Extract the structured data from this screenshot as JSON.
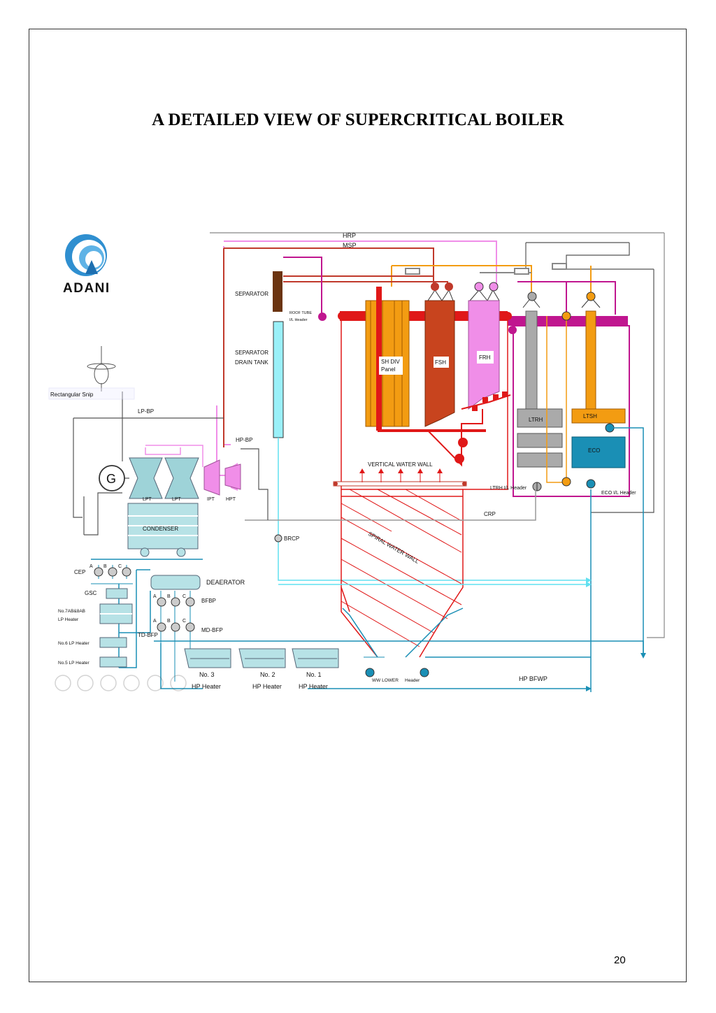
{
  "page": {
    "title": "A DETAILED VIEW OF SUPERCRITICAL BOILER",
    "page_number": "20"
  },
  "logo": {
    "text": "ADANI"
  },
  "labels": {
    "hrp": "HRP",
    "msp": "MSP",
    "separator": "SEPARATOR",
    "roof_tube_line1": "ROOF TUBE",
    "roof_tube_line2": "I/L Header",
    "sep_drain_line1": "SEPARATOR",
    "sep_drain_line2": "DRAIN TANK",
    "lp_bp": "LP-BP",
    "hp_bp": "HP-BP",
    "generator": "G",
    "lpt_a": "LPT",
    "lpt_b": "LPT",
    "ipt": "IPT",
    "hpt": "HPT",
    "condenser": "CONDENSER",
    "brcp": "BRCP",
    "sh_div_line1": "SH DIV",
    "sh_div_line2": "Panel",
    "fsh": "FSH",
    "frh": "FRH",
    "ltrh": "LTRH",
    "ltsh": "LTSH",
    "eco": "ECO",
    "vertical_water_wall": "VERTICAL WATER WALL",
    "spiral_water_wall": "SPIRAL WATER WALL",
    "ltrh_il_header": "LTRH I/L Header",
    "eco_il_header": "ECO I/L Header",
    "crp": "CRP",
    "cep": "CEP",
    "gsc": "GSC",
    "lp7_line1": "No.7AB&8AB",
    "lp7_line2": "LP Heater",
    "lp6": "No.6  LP Heater",
    "lp5": "No.5  LP Heater",
    "deaerator": "DEAERATOR",
    "bfbp": "BFBP",
    "td_bfp": "TD-BFP",
    "md_bfp": "MD-BFP",
    "pump_a": "A",
    "pump_b": "B",
    "pump_c": "C",
    "hp3_line1": "No. 3",
    "hp2_line1": "No. 2",
    "hp1_line1": "No. 1",
    "hp_heater": "HP Heater",
    "ww_lower": "WW LOWER",
    "ww_header": "Header",
    "hp_bfwp": "HP BFWP",
    "rect_snip": "Rectangular Snip"
  },
  "colors": {
    "main_steam": "#c0392b",
    "reheat": "#f08ee8",
    "red_wall": "#e01818",
    "orange": "#f39c12",
    "magenta": "#c0168f",
    "cyan": "#60e0f0",
    "teal": "#1a8fb5",
    "brown": "#6b3410",
    "gray": "#9a9a9a"
  }
}
